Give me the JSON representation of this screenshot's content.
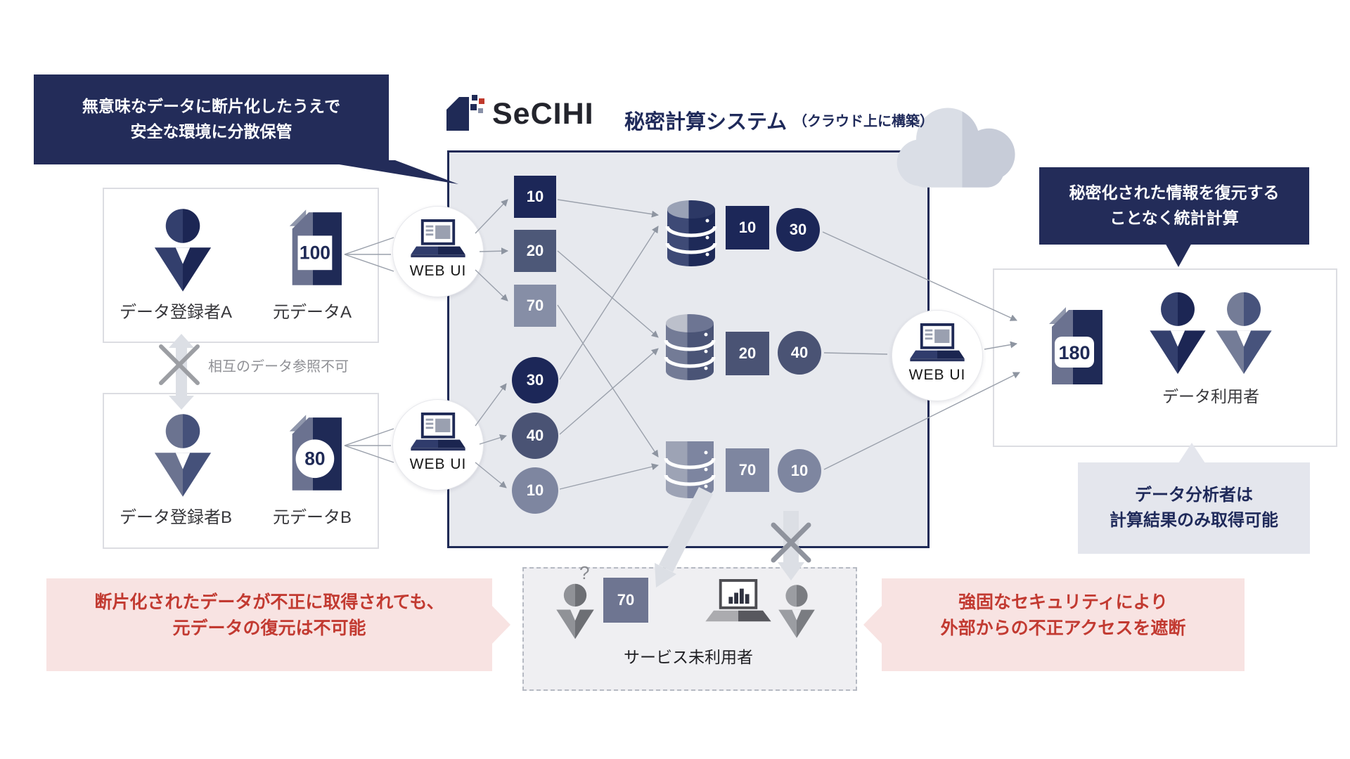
{
  "colors": {
    "navy": "#1f2a56",
    "callout_navy": "#232c59",
    "red_text": "#c23a31",
    "pink_bg": "#f8e3e2",
    "fragment_dark": "#1c2758",
    "fragment_mid": "#4d5878",
    "fragment_light": "#868ea6",
    "logo_red": "#c0392b"
  },
  "header": {
    "logo": "SeCIHI",
    "system_title": "秘密計算システム",
    "system_subtitle": "（クラウド上に構築）"
  },
  "callout_top_left": {
    "line1": "無意味なデータに断片化したうえで",
    "line2": "安全な環境に分散保管"
  },
  "callout_right": {
    "line1": "秘密化された情報を復元する",
    "line2": "ことなく統計計算"
  },
  "analyst_note": {
    "line1": "データ分析者は",
    "line2": "計算結果のみ取得可能"
  },
  "note_bottom_left": {
    "line1": "断片化されたデータが不正に取得されても、",
    "line2": "元データの復元は不可能"
  },
  "note_bottom_right": {
    "line1": "強固なセキュリティにより",
    "line2": "外部からの不正アクセスを遮断"
  },
  "registrant_a": {
    "person": "データ登録者A",
    "doc": "元データA",
    "value": "100"
  },
  "registrant_b": {
    "person": "データ登録者B",
    "doc": "元データB",
    "value": "80"
  },
  "mutual_note": "相互のデータ参照不可",
  "web_ui_label": "WEB UI",
  "fragments": {
    "squares": [
      "10",
      "20",
      "70"
    ],
    "circles": [
      "30",
      "40",
      "10"
    ]
  },
  "db_rows": [
    {
      "square": "10",
      "circle": "30"
    },
    {
      "square": "20",
      "circle": "40"
    },
    {
      "square": "70",
      "circle": "10"
    }
  ],
  "result": {
    "value": "180",
    "users_label": "データ利用者"
  },
  "outsider": {
    "question": "?",
    "value": "70",
    "label": "サービス未利用者"
  }
}
